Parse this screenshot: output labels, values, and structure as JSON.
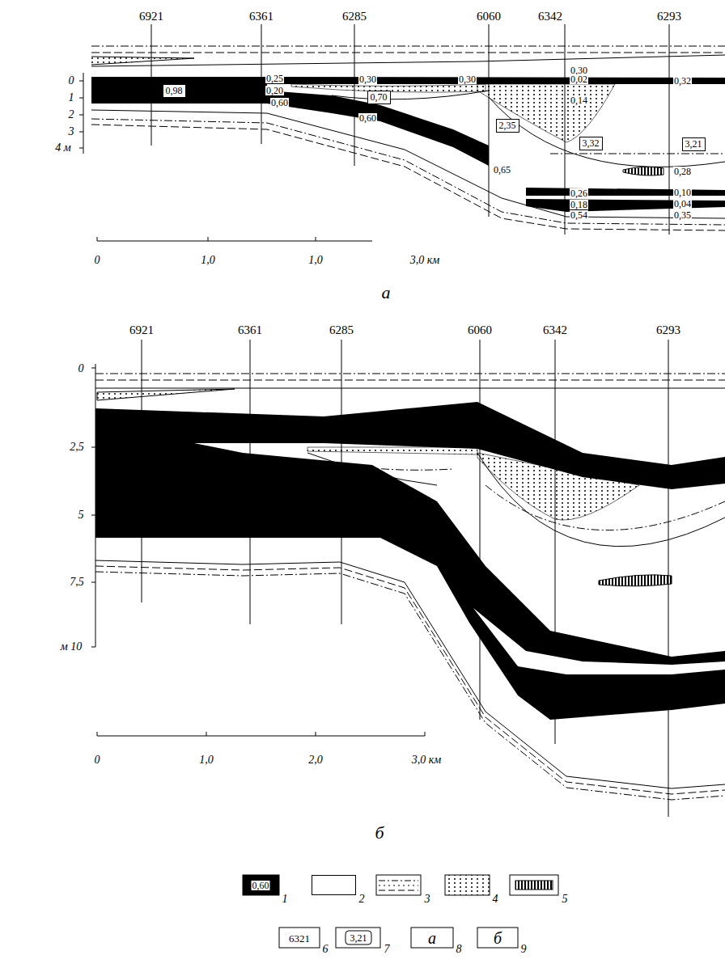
{
  "diagram": {
    "nodes": [
      {
        "text": [
          "0,98"
        ]
      },
      {
        "text": [
          "0,70"
        ]
      },
      {
        "text": [
          "2,35"
        ]
      },
      {
        "text": [
          "3,32"
        ]
      },
      {
        "text": [
          "3,21"
        ]
      }
    ],
    "labels": [
      "6921",
      "6361",
      "6285",
      "6060",
      "6342",
      "6293",
      "0",
      "1",
      "2",
      "3",
      "4 м",
      "0,25",
      "0,20",
      "0,60",
      "0,30",
      "0,60",
      "0,30",
      "0,65",
      "0,30",
      "0,02",
      "0,14",
      "0,28",
      "0,26",
      "0,18",
      "0,54",
      "0,32",
      "0,10",
      "0,04",
      "0,35",
      "0",
      "1,0",
      "1,0",
      "3,0 км",
      "а",
      "6921",
      "6361",
      "6285",
      "6060",
      "6342",
      "6293",
      "0",
      "2,5",
      "5",
      "7,5",
      "м 10",
      "0",
      "1,0",
      "2,0",
      "3,0 км",
      "б",
      "0,60",
      "6321",
      "3,21",
      "а",
      "б"
    ],
    "legend": [
      {
        "text": "1"
      },
      {
        "text": "2",
        "color": "#ffffff"
      },
      {
        "text": "3"
      },
      {
        "text": "4"
      },
      {
        "text": "5"
      },
      {
        "text": "6"
      },
      {
        "text": "7"
      },
      {
        "text": "8"
      },
      {
        "text": "9"
      }
    ]
  }
}
